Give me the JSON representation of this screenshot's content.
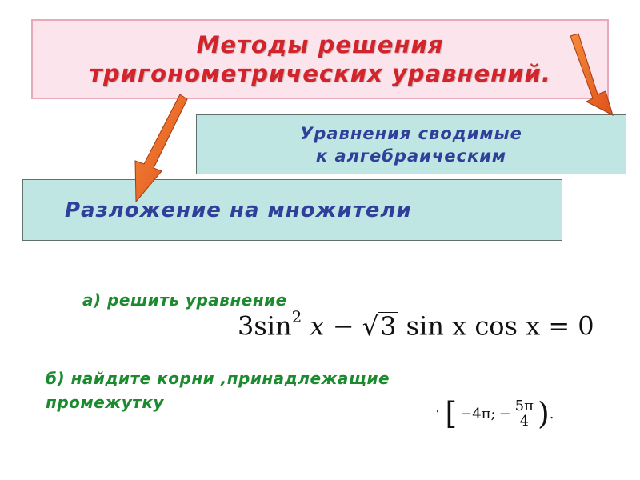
{
  "title": {
    "line1": "Методы  решения",
    "line2": "тригонометрических  уравнений."
  },
  "boxes": {
    "algebra_line1": "Уравнения  сводимые",
    "algebra_line2": "к  алгебраическим",
    "factor": "Разложение  на  множители"
  },
  "task_a": {
    "label": "а) решить уравнение",
    "equation": {
      "coef": "3",
      "sin_sq": "sin",
      "power": "2",
      "var1": " x",
      "minus": " − ",
      "sqrt_sign": "√",
      "sqrt_arg": "3",
      "rest": " sin x cos x = 0"
    }
  },
  "task_b": {
    "line1": "б) найдите корни ,принадлежащие",
    "line2": "промежутку",
    "interval": {
      "tick": "'",
      "open": "[",
      "left": "−4π;",
      "minus": "−",
      "num": "5π",
      "den": "4",
      "close": ")",
      "period": "."
    }
  },
  "colors": {
    "title_text": "#d2242a",
    "title_bg": "#fce4ec",
    "box_bg": "#bfe6e3",
    "box_text": "#2f3f9a",
    "task_text": "#1c8a2e",
    "arrow_fill": "#f26a1b"
  }
}
